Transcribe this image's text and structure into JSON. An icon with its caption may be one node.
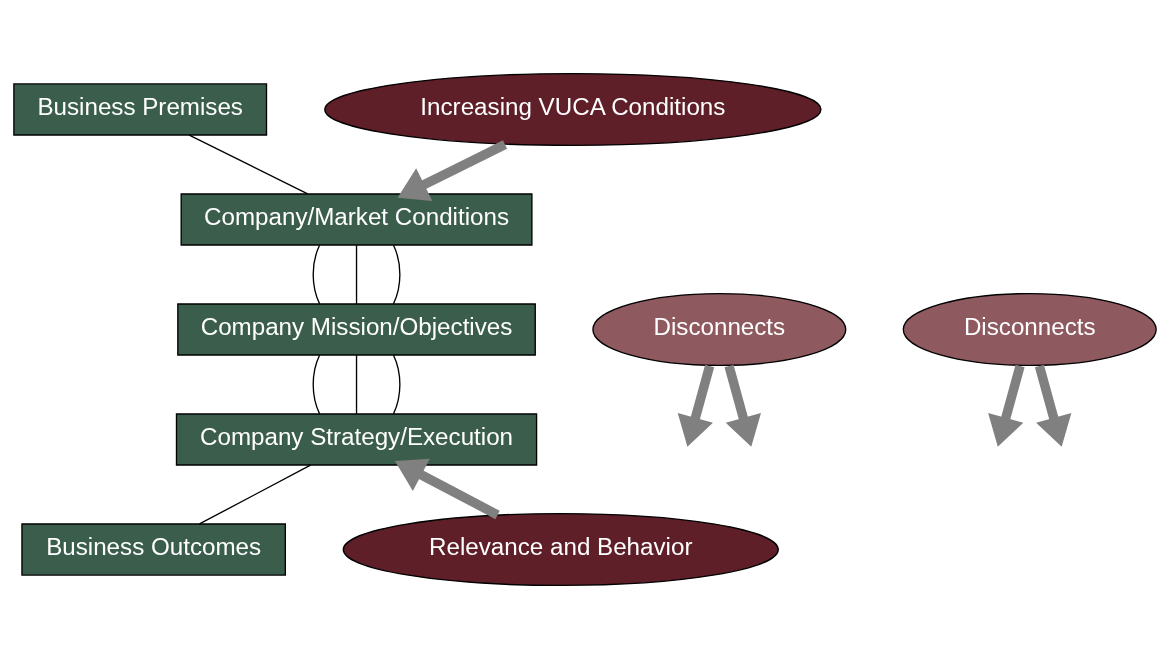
{
  "diagram": {
    "nodes": [
      {
        "text": [
          "Business Premises"
        ]
      },
      {
        "text": [
          "Increasing VUCA Conditions"
        ]
      },
      {
        "text": [
          "Company/Market Conditions"
        ]
      },
      {
        "text": [
          "Company Mission/Objectives"
        ]
      },
      {
        "text": [
          "Company Strategy/Execution"
        ]
      },
      {
        "text": [
          "Disconnects"
        ]
      },
      {
        "text": [
          "Disconnects"
        ]
      },
      {
        "text": [
          "Relevance and Behavior"
        ]
      },
      {
        "text": [
          "Business Outcomes"
        ]
      }
    ],
    "edges": [
      {
        "from": 0,
        "to": 2,
        "arrow": "none"
      },
      {
        "from": 1,
        "to": 2,
        "arrow": "to",
        "style": "thick",
        "color": "#808080"
      },
      {
        "from": 2,
        "to": 3,
        "arrow": "none"
      },
      {
        "from": 2,
        "to": 3,
        "arrow": "none"
      },
      {
        "from": 2,
        "to": 3,
        "arrow": "none"
      },
      {
        "from": 3,
        "to": 4,
        "arrow": "none"
      },
      {
        "from": 3,
        "to": 4,
        "arrow": "none"
      },
      {
        "from": 3,
        "to": 4,
        "arrow": "none"
      },
      {
        "from": 5,
        "to": null,
        "arrow": "to",
        "style": "thick",
        "color": "#808080"
      },
      {
        "from": 5,
        "to": null,
        "arrow": "to",
        "style": "thick",
        "color": "#808080"
      },
      {
        "from": 6,
        "to": null,
        "arrow": "to",
        "style": "thick",
        "color": "#808080"
      },
      {
        "from": 6,
        "to": null,
        "arrow": "to",
        "style": "thick",
        "color": "#808080"
      },
      {
        "from": 7,
        "to": 4,
        "arrow": "to",
        "style": "thick",
        "color": "#808080"
      },
      {
        "from": 4,
        "to": 8,
        "arrow": "none"
      }
    ]
  }
}
